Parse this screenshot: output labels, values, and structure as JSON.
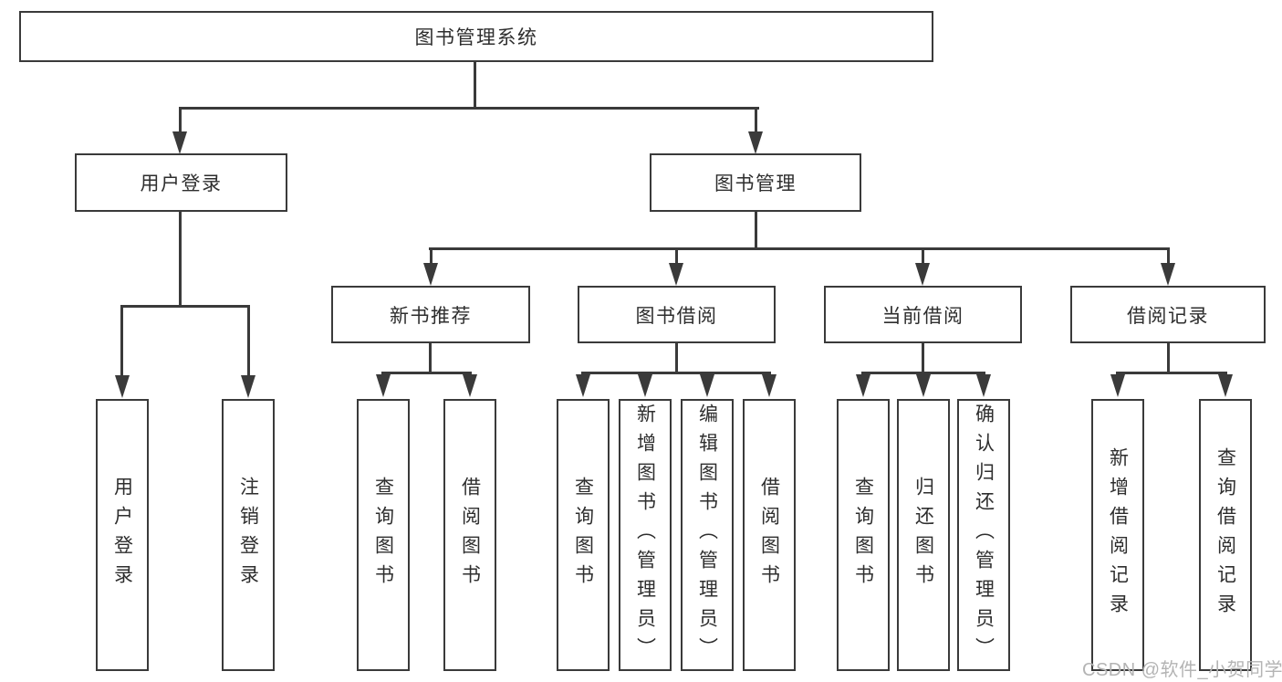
{
  "diagram": {
    "root": {
      "label": "图书管理系统"
    },
    "level2": [
      {
        "label": "用户登录"
      },
      {
        "label": "图书管理"
      }
    ],
    "level3": [
      {
        "label": "新书推荐",
        "parent": "图书管理"
      },
      {
        "label": "图书借阅",
        "parent": "图书管理"
      },
      {
        "label": "当前借阅",
        "parent": "图书管理"
      },
      {
        "label": "借阅记录",
        "parent": "图书管理"
      }
    ],
    "leaves": [
      {
        "label": "用户登录",
        "parent": "用户登录"
      },
      {
        "label": "注销登录",
        "parent": "用户登录"
      },
      {
        "label": "查询图书",
        "parent": "新书推荐"
      },
      {
        "label": "借阅图书",
        "parent": "新书推荐"
      },
      {
        "label": "查询图书",
        "parent": "图书借阅"
      },
      {
        "label": "新增图书（管理员）",
        "parent": "图书借阅"
      },
      {
        "label": "编辑图书（管理员）",
        "parent": "图书借阅"
      },
      {
        "label": "借阅图书",
        "parent": "图书借阅"
      },
      {
        "label": "查询图书",
        "parent": "当前借阅"
      },
      {
        "label": "归还图书",
        "parent": "当前借阅"
      },
      {
        "label": "确认归还（管理员）",
        "parent": "当前借阅"
      },
      {
        "label": "新增借阅记录",
        "parent": "借阅记录"
      },
      {
        "label": "查询借阅记录",
        "parent": "借阅记录"
      }
    ],
    "colors": {
      "line": "#3a3a3a",
      "text": "#2e2e2e",
      "background": "#ffffff",
      "watermark": "#b4b4b4"
    }
  },
  "watermark": {
    "text": "CSDN @软件_小贺同学"
  }
}
